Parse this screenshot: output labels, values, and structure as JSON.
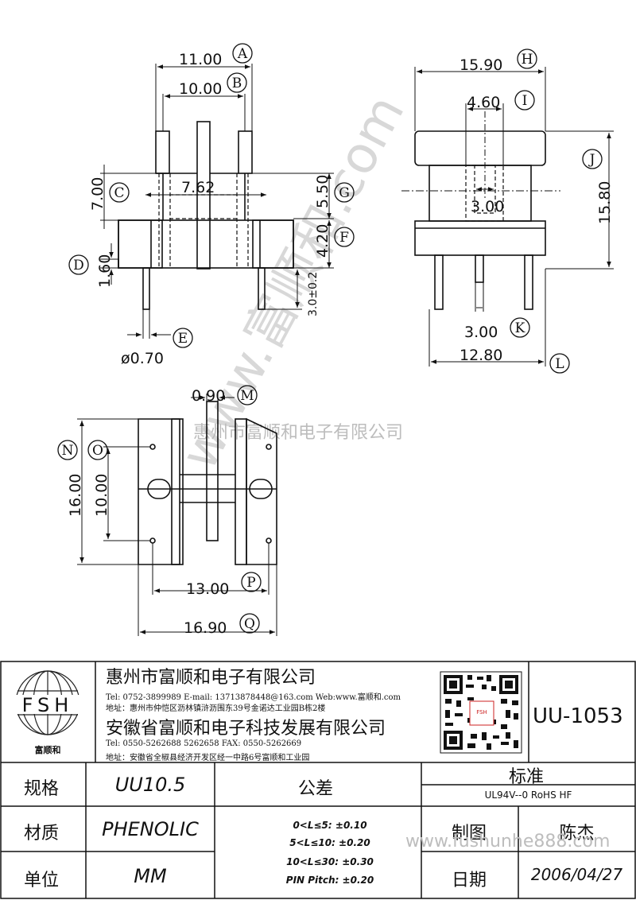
{
  "dimensions": {
    "A": {
      "letter": "A",
      "value": "11.00"
    },
    "B": {
      "letter": "B",
      "value": "10.00"
    },
    "C": {
      "letter": "C",
      "value": "7.00"
    },
    "center": {
      "value": "7.62"
    },
    "G": {
      "letter": "G",
      "value": "5.50"
    },
    "F": {
      "letter": "F",
      "value": "4.20"
    },
    "D": {
      "letter": "D",
      "value": "1.60"
    },
    "pin_len": {
      "value": "3.0±0.2"
    },
    "E": {
      "letter": "E",
      "value": "ø0.70"
    },
    "H": {
      "letter": "H",
      "value": "15.90"
    },
    "I": {
      "letter": "I",
      "value": "4.60"
    },
    "J": {
      "letter": "J",
      "value": "15.80"
    },
    "inner": {
      "value": "3.00"
    },
    "K": {
      "letter": "K",
      "value": "3.00"
    },
    "L": {
      "letter": "L",
      "value": "12.80"
    },
    "M": {
      "letter": "M",
      "value": "0.90"
    },
    "N": {
      "letter": "N",
      "value": "16.00"
    },
    "O": {
      "letter": "O",
      "value": "10.00"
    },
    "P": {
      "letter": "P",
      "value": "13.00"
    },
    "Q": {
      "letter": "Q",
      "value": "16.90"
    }
  },
  "watermark": {
    "diagonal": "www.富顺和.com",
    "company": "惠州市富顺和电子有限公司",
    "site": "www.fushunhe888.com"
  },
  "logo": {
    "letters": "FSH",
    "caption": "富顺和"
  },
  "company_block": {
    "name1": "惠州市富顺和电子有限公司",
    "tel1": "Tel:     0752-3899989   E-mail: 13713878448@163.com   Web:www.富顺和.com",
    "addr1": "地址：惠州市仲恺区沥林镇浒沥围东39号金诺达工业园B栋2楼",
    "name2": "安徽省富顺和电子科技发展有限公司",
    "tel2": "Tel:     0550-5262688   5262658        FAX:   0550-5262669",
    "addr2": "地址：安徽省全椒县经济开发区经一中路6号富顺和工业园"
  },
  "part_number": "UU-1053",
  "table": {
    "spec_label": "规格",
    "spec_value": "UU10.5",
    "material_label": "材质",
    "material_value": "PHENOLIC",
    "unit_label": "单位",
    "unit_value": "MM",
    "tolerance_label": "公差",
    "tolerances": [
      "0<L≤5: ±0.10",
      "5<L≤10: ±0.20",
      "10<L≤30: ±0.30",
      "PIN Pitch: ±0.20"
    ],
    "standard_label": "标准",
    "standard_value": "UL94V--0   RoHS HF",
    "drawn_label": "制图",
    "drawn_value": "陈杰",
    "date_label": "日期",
    "date_value": "2006/04/27"
  }
}
